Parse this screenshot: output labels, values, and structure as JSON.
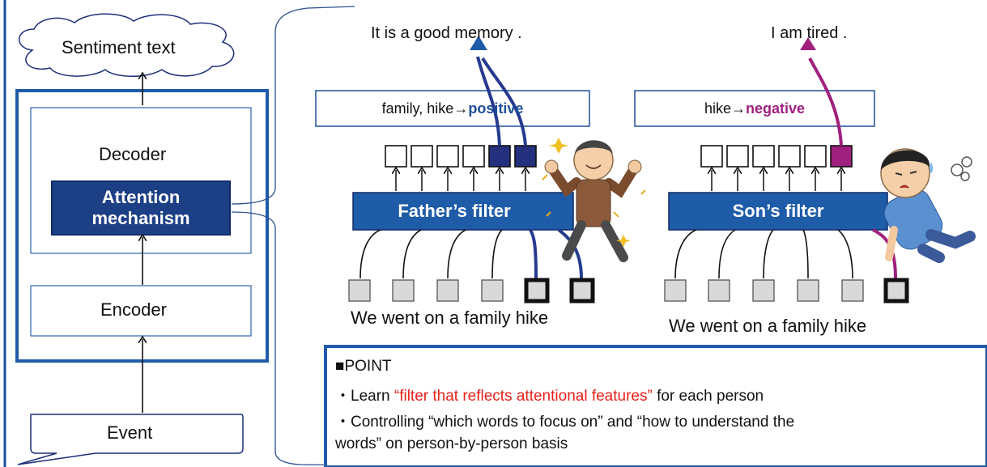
{
  "colors": {
    "dark_blue": "#1f4e9a",
    "filter_blue": "#1f5ca8",
    "navy": "#1c2f7a",
    "magenta": "#a0207e",
    "red_text": "#e8201a",
    "black": "#111111"
  },
  "left": {
    "sentiment_text": "Sentiment text",
    "decoder": "Decoder",
    "attention_line1": "Attention",
    "attention_line2": "mechanism",
    "encoder": "Encoder",
    "event": "Event"
  },
  "father": {
    "output_sentence": "It is a good memory .",
    "label_prefix": "family, hike→",
    "label_sentiment": "positive",
    "filter": "Father’s filter",
    "input_sentence": "We went on a family hike",
    "illustration": "happy-father-illustration"
  },
  "son": {
    "output_sentence": "I am tired .",
    "label_prefix": "hike→",
    "label_sentiment": "negative",
    "filter": "Son’s filter",
    "input_sentence": "We went on a family hike",
    "illustration": "tired-son-illustration"
  },
  "point": {
    "heading": "■POINT",
    "line1_prefix": "・Learn ",
    "line1_highlight": "“filter that reflects attentional features”",
    "line1_suffix": " for each person",
    "line2a": "・Controlling “which words to focus on” and “how to understand the",
    "line2b": "words” on person-by-person basis"
  }
}
